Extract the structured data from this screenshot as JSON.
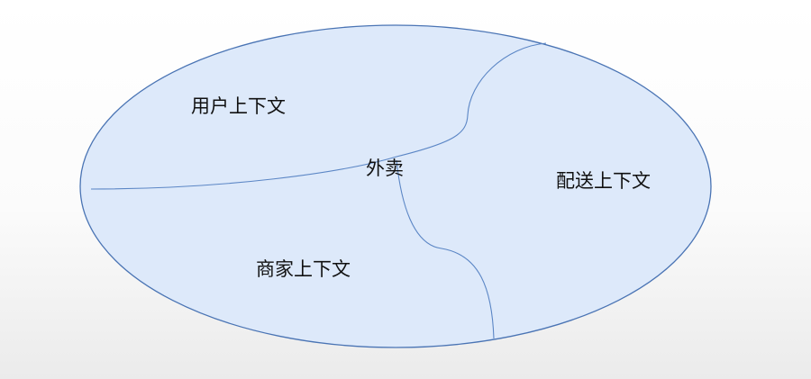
{
  "diagram": {
    "center_label": "外卖",
    "regions": {
      "user": "用户上下文",
      "merchant": "商家上下文",
      "delivery": "配送上下文"
    },
    "colors": {
      "fill": "#dde9fa",
      "stroke": "#4a74b4",
      "divider": "#5b86c5"
    }
  }
}
